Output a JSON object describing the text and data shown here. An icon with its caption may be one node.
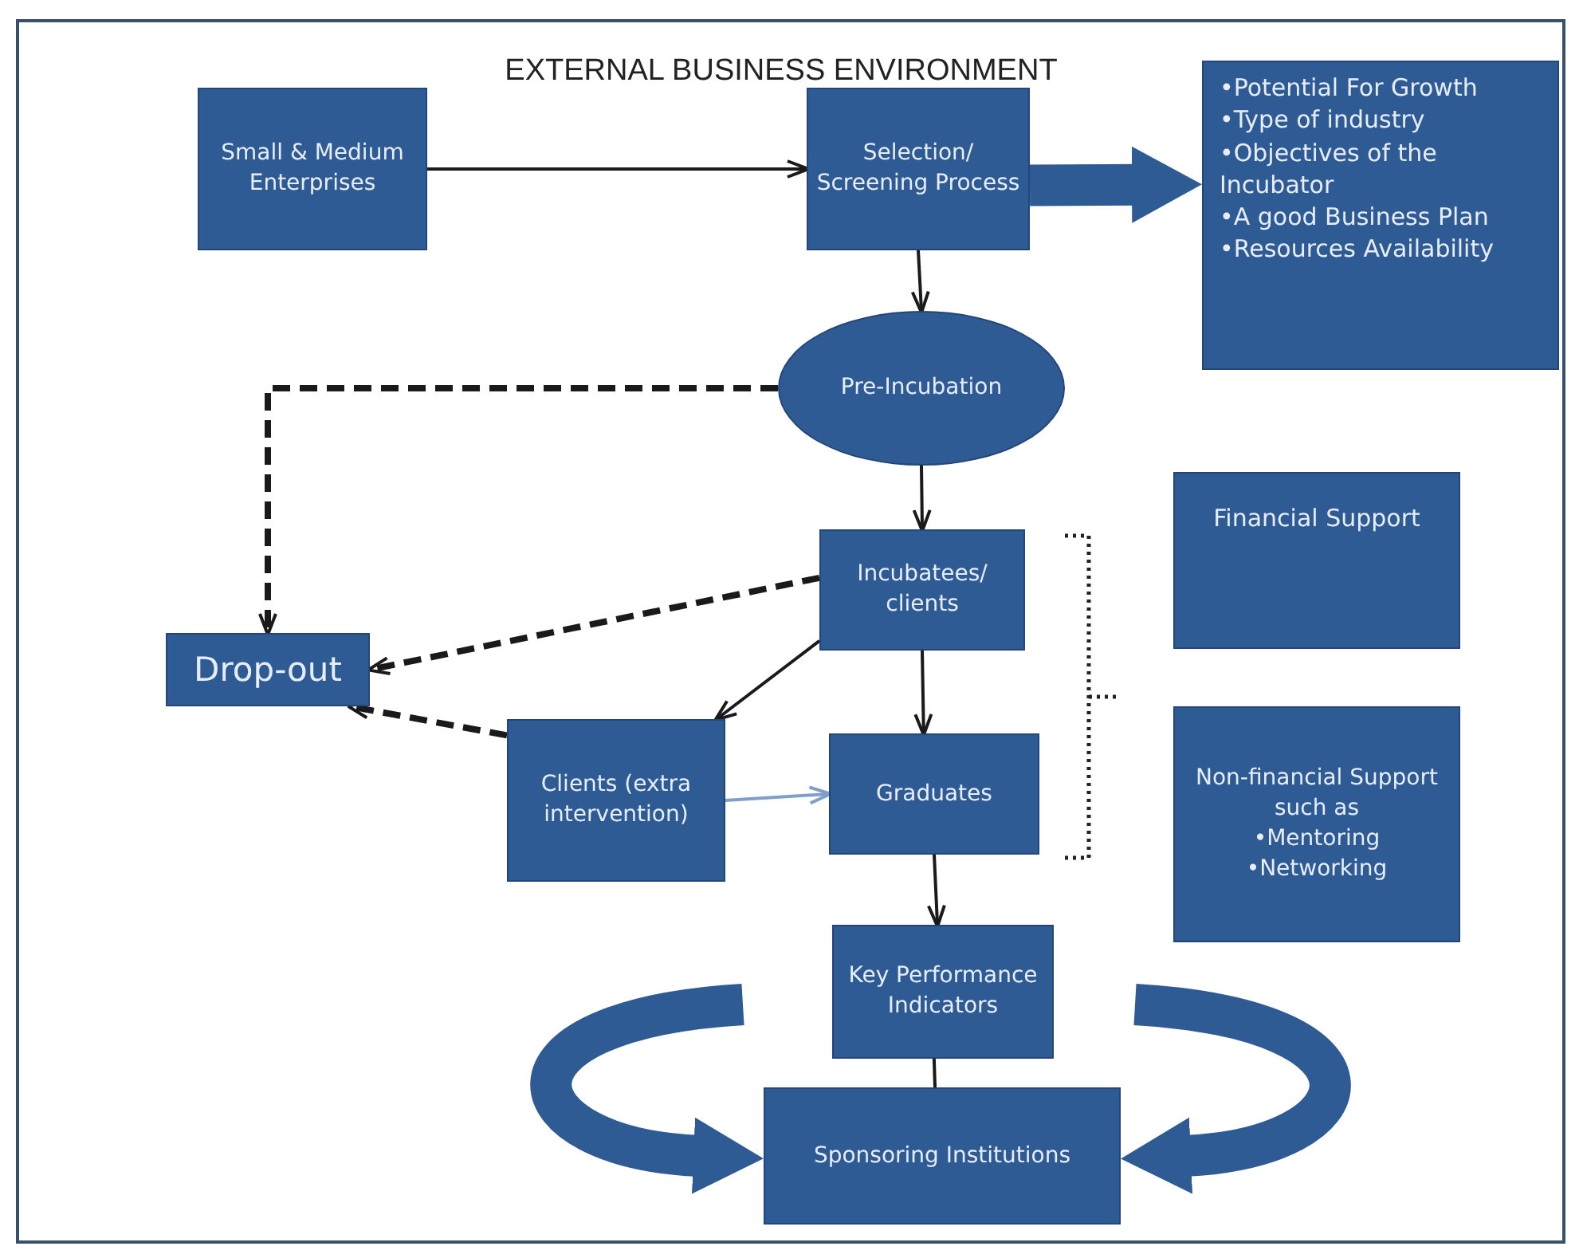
{
  "diagram": {
    "title": "EXTERNAL BUSINESS ENVIRONMENT",
    "nodes": [
      {
        "text": [
          "Small & Medium Enterprises"
        ]
      },
      {
        "text": [
          "Selection/ Screening Process"
        ]
      },
      {
        "text": [
          "•Potential For Growth",
          "•Type of industry",
          "•Objectives of the Incubator",
          "•A good Business Plan",
          "•Resources Availability"
        ]
      },
      {
        "text": [
          "Pre-Incubation"
        ]
      },
      {
        "text": [
          "Incubatees/ clients"
        ]
      },
      {
        "text": [
          "Drop-out"
        ]
      },
      {
        "text": [
          "Clients (extra intervention)"
        ]
      },
      {
        "text": [
          "Graduates"
        ]
      },
      {
        "text": [
          "Financial Support"
        ]
      },
      {
        "text": [
          "Non-financial Support such as",
          "•Mentoring",
          "•Networking"
        ]
      },
      {
        "text": [
          "Key Performance Indicators"
        ]
      },
      {
        "text": [
          "Sponsoring Institutions"
        ]
      }
    ],
    "edges": [
      {
        "from": 0,
        "to": 1,
        "arrow": "to"
      },
      {
        "from": 1,
        "to": 2,
        "arrow": "to",
        "style": "thick",
        "color": "#2f5b95"
      },
      {
        "from": 1,
        "to": 3,
        "arrow": "to"
      },
      {
        "from": 3,
        "to": 5,
        "arrow": "to",
        "style": "dashed"
      },
      {
        "from": 3,
        "to": 4,
        "arrow": "to"
      },
      {
        "from": 4,
        "to": 5,
        "arrow": "to",
        "style": "dashed"
      },
      {
        "from": 4,
        "to": 6,
        "arrow": "to"
      },
      {
        "from": 6,
        "to": 5,
        "arrow": "to",
        "style": "dashed"
      },
      {
        "from": 6,
        "to": 7,
        "arrow": "to",
        "color": "#7f9fc8"
      },
      {
        "from": 4,
        "to": 7,
        "arrow": "to"
      },
      {
        "from": 7,
        "to": 10,
        "arrow": "to"
      },
      {
        "from": 10,
        "to": 11,
        "arrow": "none"
      },
      {
        "from": null,
        "to": 11,
        "arrow": "to",
        "style": "thick",
        "color": "#2f5b95"
      },
      {
        "from": null,
        "to": 11,
        "arrow": "to",
        "style": "thick",
        "color": "#2f5b95"
      }
    ]
  }
}
